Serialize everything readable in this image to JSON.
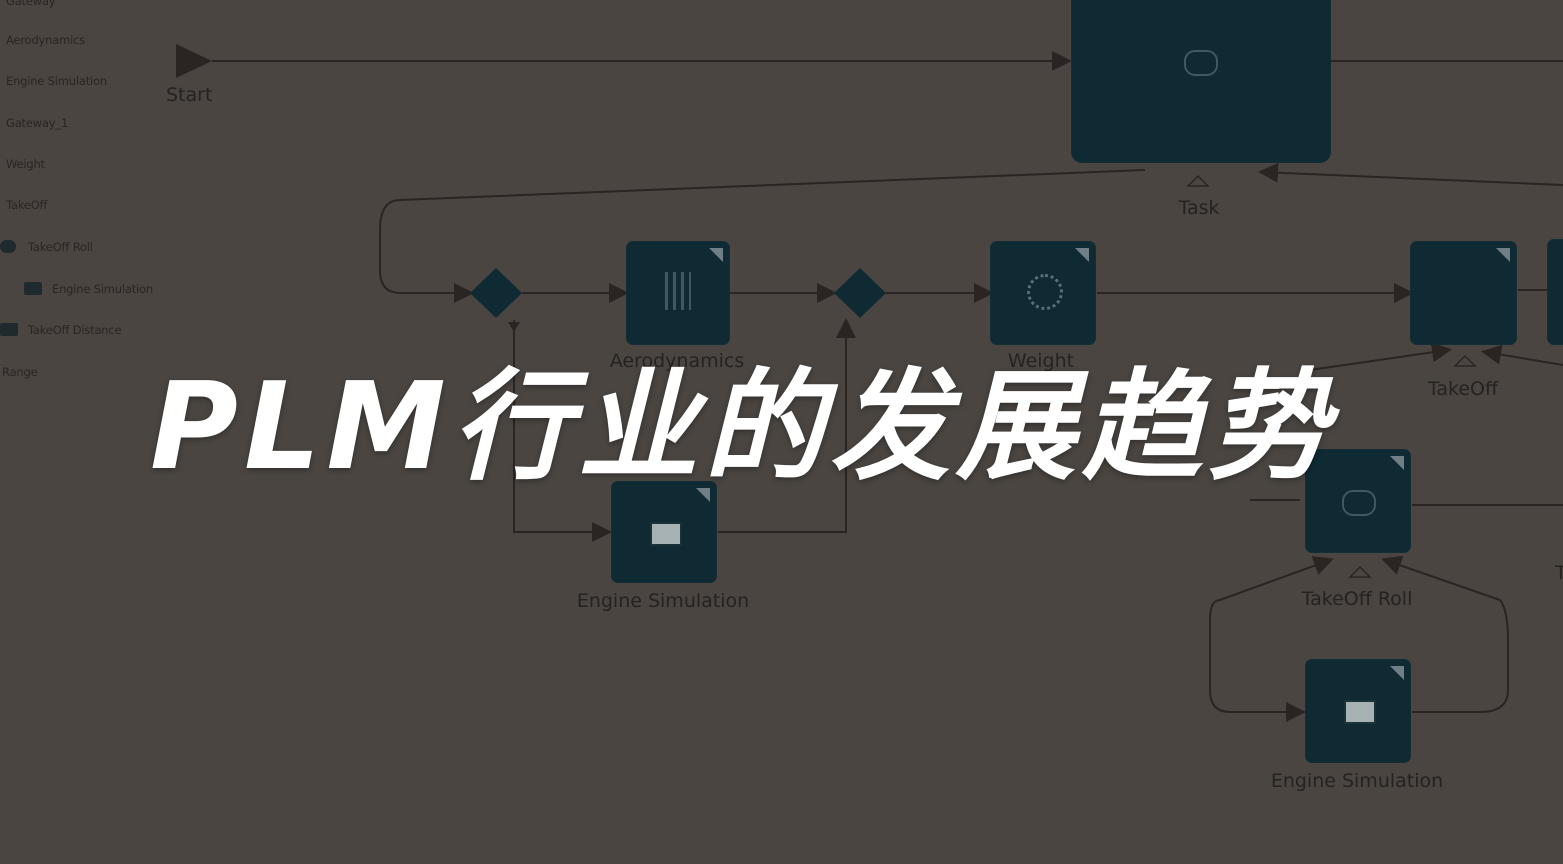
{
  "headline": "PLM行业的发展趋势",
  "tree": {
    "items": [
      {
        "label": "Gateway"
      },
      {
        "label": "Aerodynamics"
      },
      {
        "label": "Engine Simulation"
      },
      {
        "label": "Gateway_1"
      },
      {
        "label": "Weight"
      },
      {
        "label": "TakeOff"
      },
      {
        "label": "TakeOff Roll"
      },
      {
        "label": "Engine Simulation"
      },
      {
        "label": "TakeOff Distance"
      },
      {
        "label": "Range"
      }
    ]
  },
  "workflow": {
    "start_label": "Start",
    "nodes": {
      "task": "Task",
      "aerodynamics": "Aerodynamics",
      "weight": "Weight",
      "takeoff": "TakeOff",
      "engine_sim_1": "Engine Simulation",
      "takeoff_roll": "TakeOff Roll",
      "engine_sim_2": "Engine Simulation",
      "cut_label": "Ta"
    }
  },
  "colors": {
    "background": "#4a4541",
    "node_fill": "#0f2a33",
    "line": "#2a2522",
    "headline": "#ffffff"
  }
}
